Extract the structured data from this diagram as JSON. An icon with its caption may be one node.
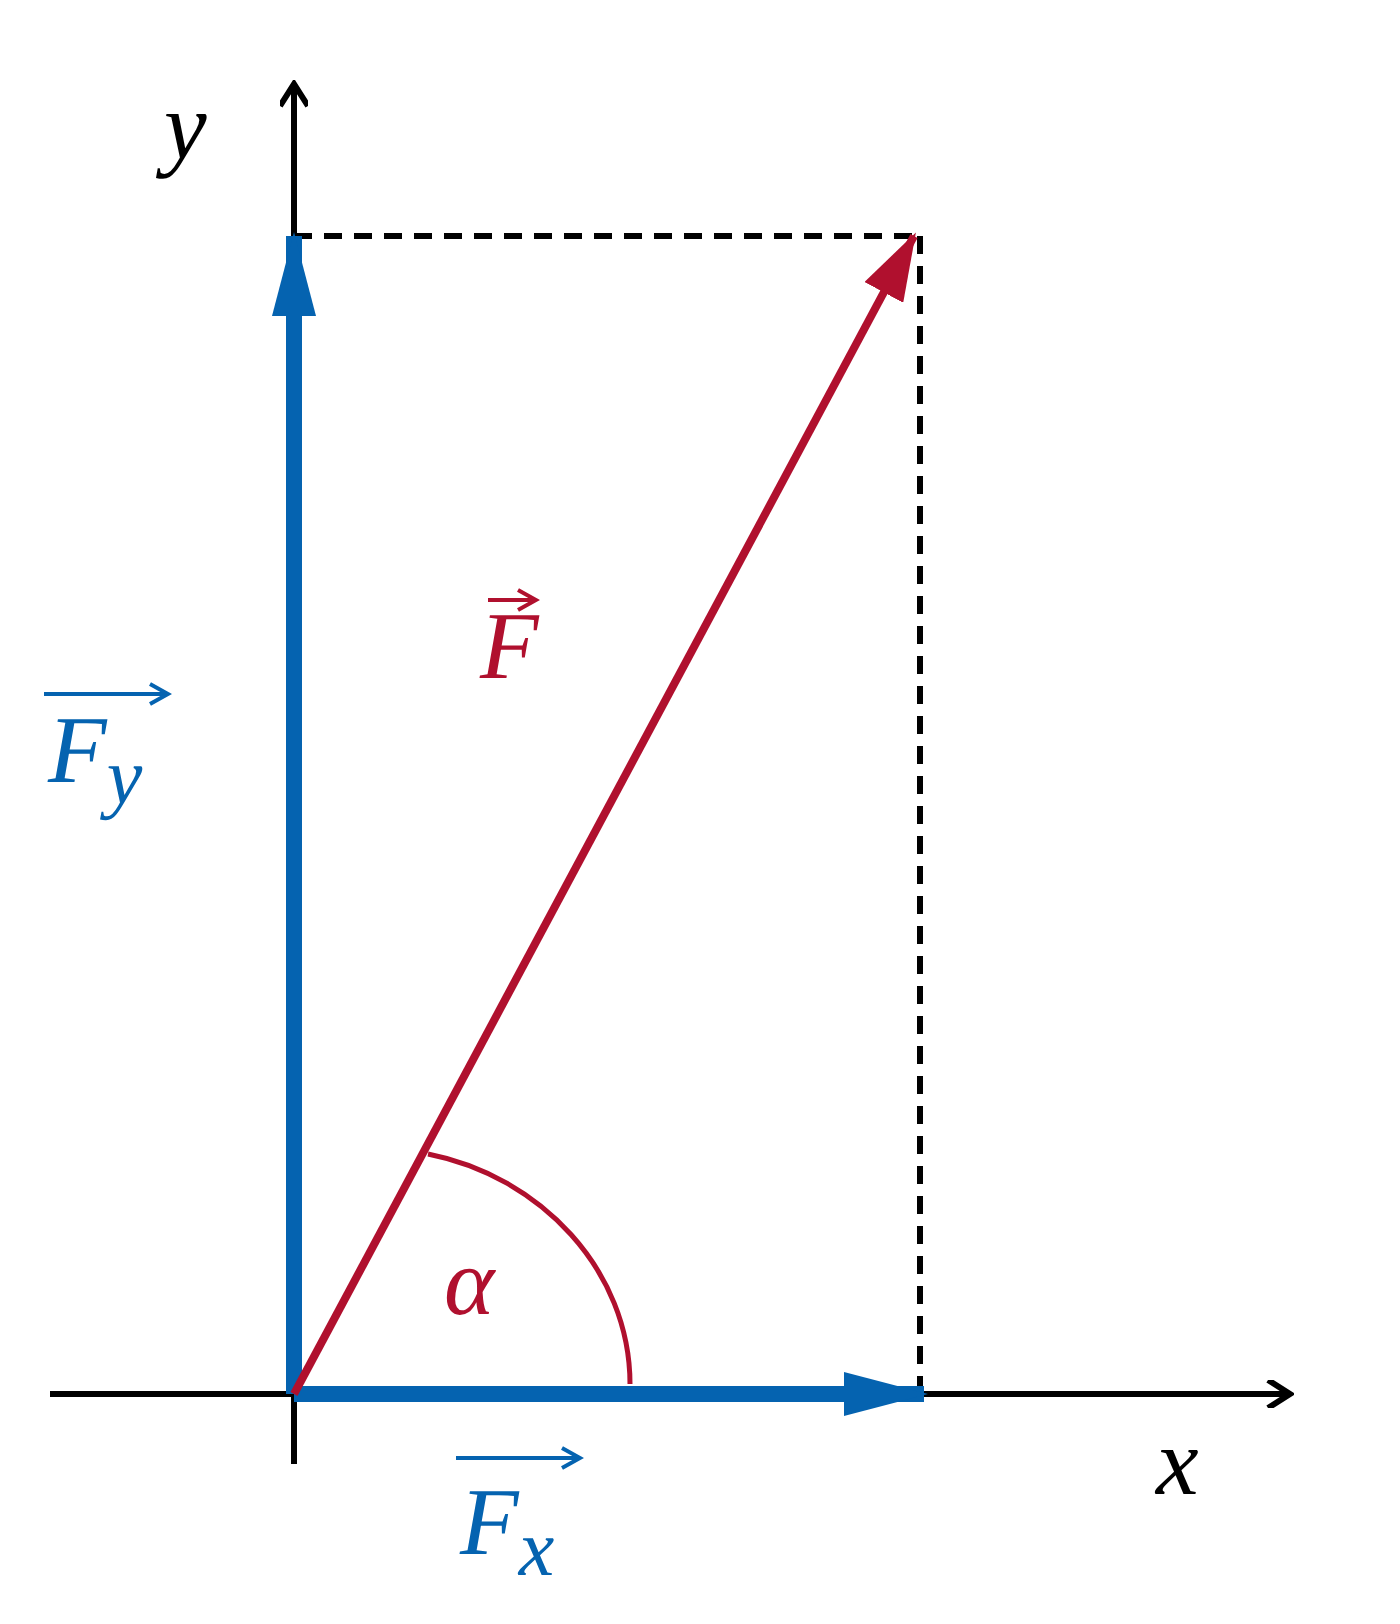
{
  "diagram": {
    "labels": [
      "y",
      "F",
      "F$_{y}$",
      "α",
      "x",
      "F$_{x}$"
    ]
  }
}
